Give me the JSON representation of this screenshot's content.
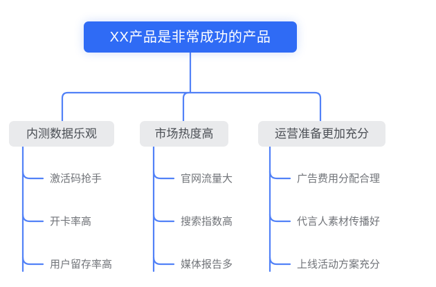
{
  "diagram": {
    "type": "mind-map",
    "title": "XX产品是非常成功的产品",
    "colors": {
      "root_fill": "#2f6bf5",
      "root_text": "#ffffff",
      "branch_fill": "#e9eaec",
      "branch_text": "#4b4f55",
      "leaf_text": "#707378",
      "connector": "#5181f7",
      "background": "#ffffff"
    },
    "root": {
      "label": "XX产品是非常成功的产品"
    },
    "branches": [
      {
        "label": "内测数据乐观",
        "children": [
          {
            "label": "激活码抢手"
          },
          {
            "label": "开卡率高"
          },
          {
            "label": "用户留存率高"
          }
        ]
      },
      {
        "label": "市场热度高",
        "children": [
          {
            "label": "官网流量大"
          },
          {
            "label": "搜索指数高"
          },
          {
            "label": "媒体报告多"
          }
        ]
      },
      {
        "label": "运营准备更加充分",
        "children": [
          {
            "label": "广告费用分配合理"
          },
          {
            "label": "代言人素材传播好"
          },
          {
            "label": "上线活动方案充分"
          }
        ]
      }
    ]
  }
}
